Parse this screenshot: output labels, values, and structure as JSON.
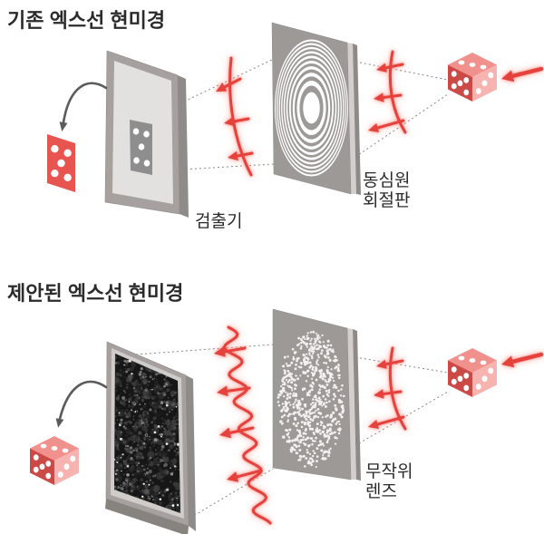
{
  "titles": {
    "conventional": "기존 엑스선 현미경",
    "proposed": "제안된 엑스선 현미경"
  },
  "labels": {
    "detector": "검출기",
    "zone_plate_line1": "동심원",
    "zone_plate_line2": "회절판",
    "random_lens_line1": "무작위",
    "random_lens_line2": "렌즈"
  },
  "colors": {
    "arrow": "#e5423d",
    "dice_top": "#f0918d",
    "dice_left": "#cb4a46",
    "dice_right": "#f7b3af",
    "card_red": "#e85450",
    "plate_gray": "#9d9996",
    "frame_gray": "#a6a19e",
    "inner_gray": "#e3e1df",
    "image_patch_gray": "#8e8e8e",
    "speckle_bg": "#161616",
    "lens_dot_white": "#f3f1ef",
    "text": "#2b2b2b",
    "dotted_line": "#8a8683",
    "black_arrow": "#5b5b5b"
  }
}
